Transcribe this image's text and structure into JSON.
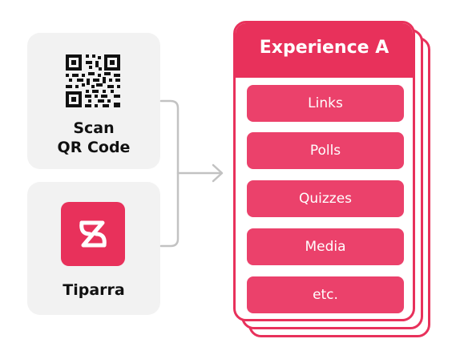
{
  "sources": {
    "scan": {
      "label_line1": "Scan",
      "label_line2": "QR Code",
      "icon": "qr-code-icon"
    },
    "app": {
      "label": "Tiparra",
      "icon": "tiparra-logo-icon"
    }
  },
  "experience": {
    "title": "Experience A",
    "items": [
      "Links",
      "Polls",
      "Quizzes",
      "Media",
      "etc."
    ]
  },
  "colors": {
    "accent": "#e8315b",
    "item_fill": "#eb416b",
    "card_bg": "#f2f2f2",
    "connector": "#c2c2c2"
  }
}
